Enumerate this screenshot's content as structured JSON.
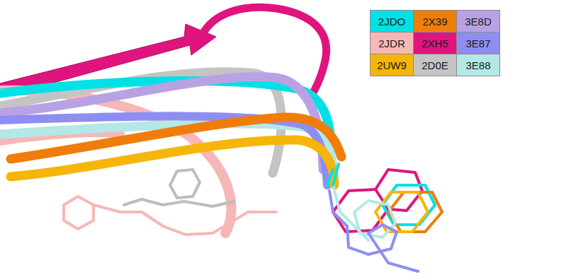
{
  "diagram": {
    "legend": [
      {
        "text": "2JDO",
        "color": "#00e1e6"
      },
      {
        "text": "2X39",
        "color": "#f07d0a"
      },
      {
        "text": "3E8D",
        "color": "#b8a2e3"
      },
      {
        "text": "2JDR",
        "color": "#f7b7b7"
      },
      {
        "text": "2XH5",
        "color": "#e0147f"
      },
      {
        "text": "3E87",
        "color": "#8e8ef2"
      },
      {
        "text": "2UW9",
        "color": "#f6b50a"
      },
      {
        "text": "2D0E",
        "color": "#c4c4c4"
      },
      {
        "text": "3E88",
        "color": "#b4e8e6"
      }
    ]
  }
}
